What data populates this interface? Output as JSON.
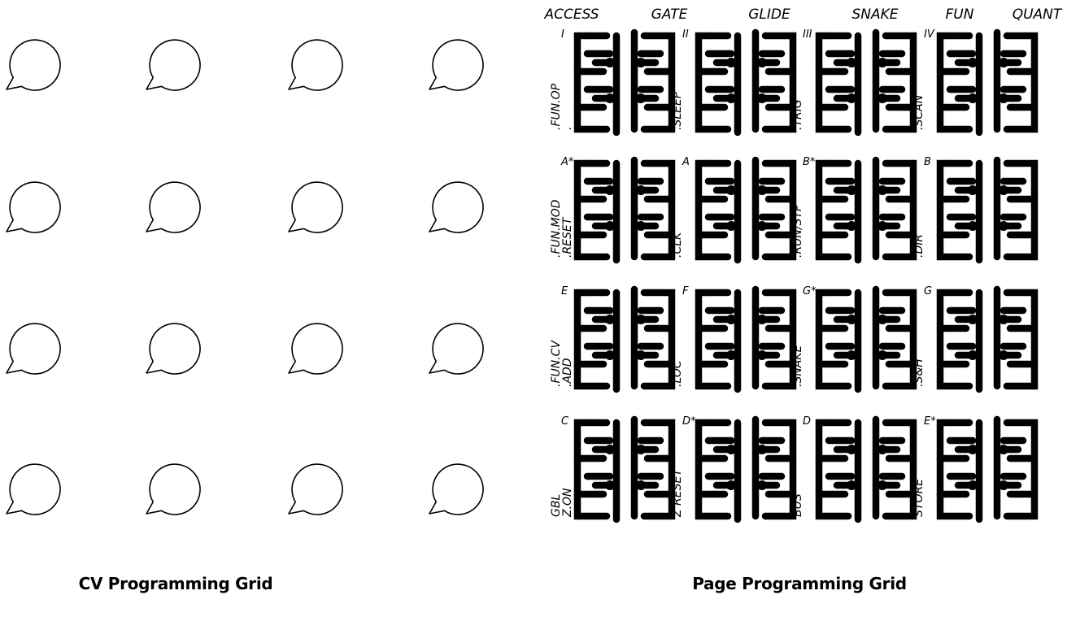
{
  "captions": {
    "cv_grid": "CV Programming Grid",
    "page_grid": "Page Programming Grid"
  },
  "cv_grid": {
    "rows": 4,
    "cols": 4,
    "knob_icon": "speech-bubble-knob-outline"
  },
  "page_grid": {
    "header_labels": [
      "ACCESS",
      "GATE",
      "GLIDE",
      "SNAKE",
      "FUN",
      "QUANT"
    ],
    "cell_icon": "maze-glyph",
    "cells": [
      {
        "corner": "I",
        "side": ".FUN.OP",
        "side_bottom": "."
      },
      {
        "corner": "II",
        "side": ".SLEEP",
        "side_bottom": ""
      },
      {
        "corner": "III",
        "side": ".TRIG",
        "side_bottom": ""
      },
      {
        "corner": "IV",
        "side": ".SCAN",
        "side_bottom": ""
      },
      {
        "corner": "A*",
        "side": ".FUN.MOD",
        "side_bottom": ".RESET"
      },
      {
        "corner": "A",
        "side": ".CLK",
        "side_bottom": ""
      },
      {
        "corner": "B*",
        "side": ".RUN/STP",
        "side_bottom": ""
      },
      {
        "corner": "B",
        "side": ".DIR",
        "side_bottom": ""
      },
      {
        "corner": "E",
        "side": ".FUN.CV",
        "side_bottom": ".ADD"
      },
      {
        "corner": "F",
        "side": ".LOC",
        "side_bottom": ""
      },
      {
        "corner": "G*",
        "side": ".SNAKE",
        "side_bottom": ""
      },
      {
        "corner": "G",
        "side": ".S&H",
        "side_bottom": ""
      },
      {
        "corner": "C",
        "side": "GBL",
        "side_bottom": "Z.ON"
      },
      {
        "corner": "D*",
        "side": "Z RESET",
        "side_bottom": ""
      },
      {
        "corner": "D",
        "side": "BUS",
        "side_bottom": ""
      },
      {
        "corner": "E*",
        "side": "STORE",
        "side_bottom": ""
      }
    ]
  }
}
